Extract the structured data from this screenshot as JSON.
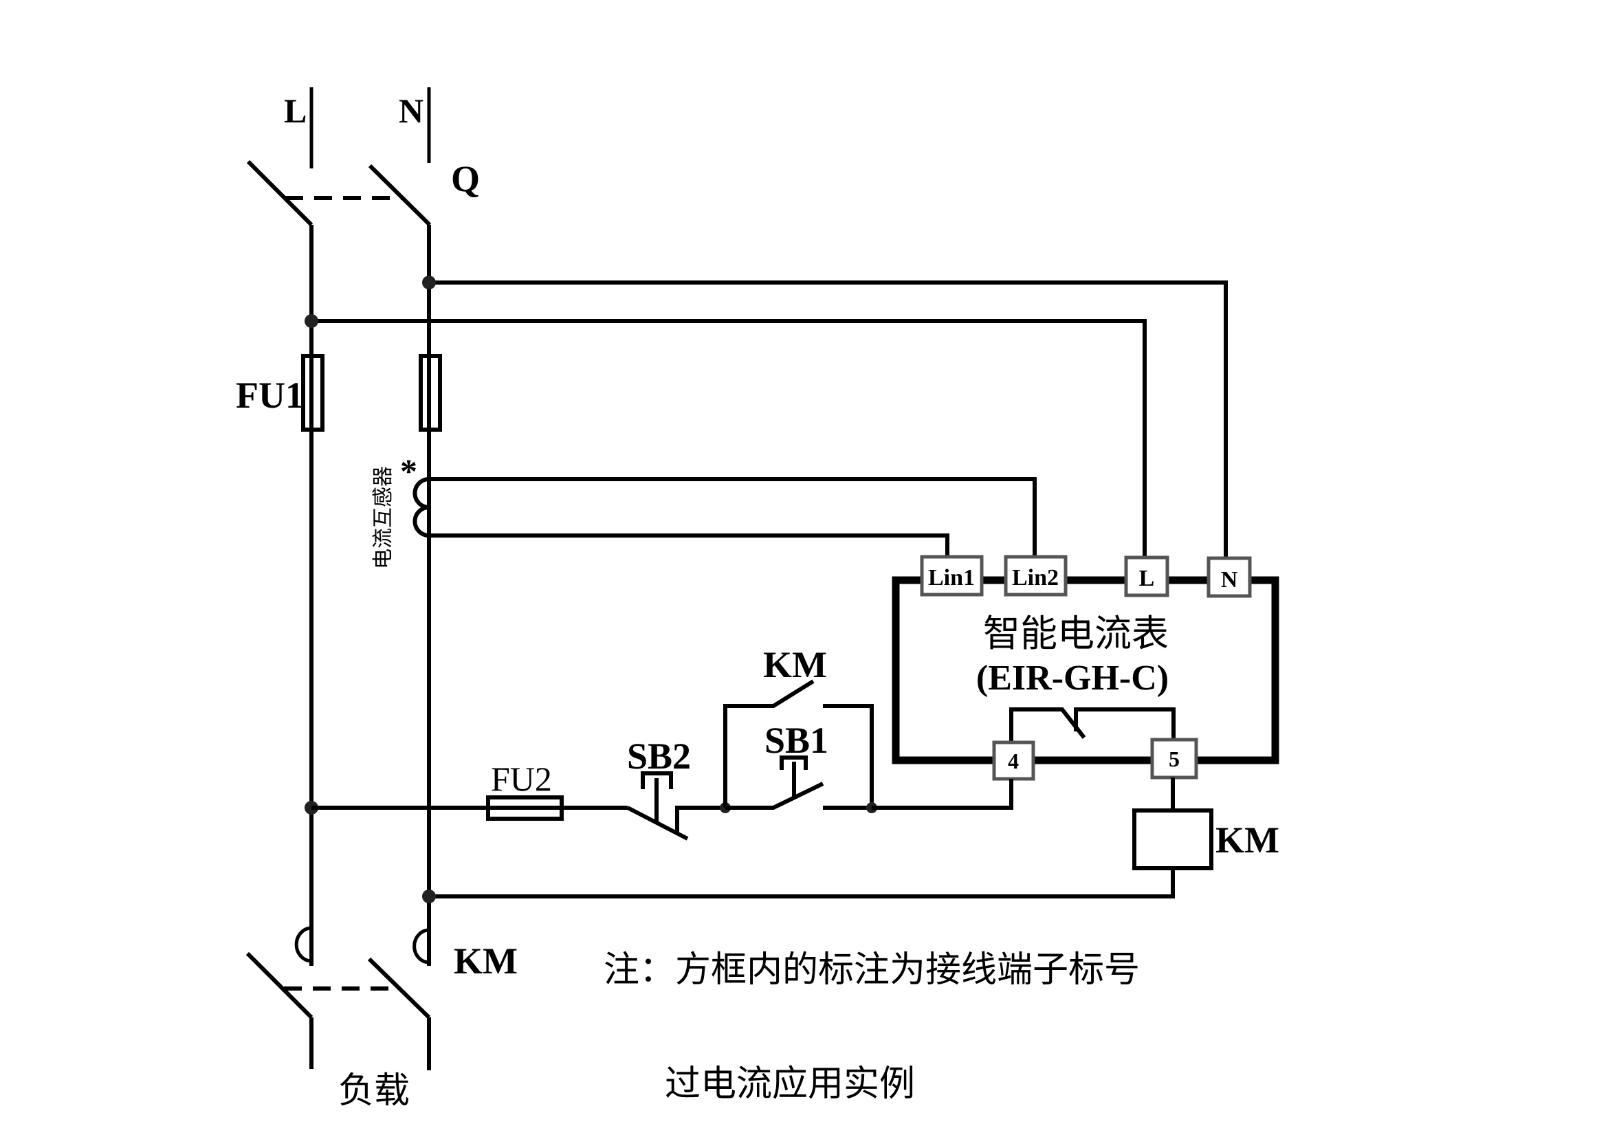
{
  "supply": {
    "line_label": "L",
    "neutral_label": "N",
    "main_switch_label": "Q"
  },
  "fuses": {
    "main_fuse_label": "FU1",
    "control_fuse_label": "FU2"
  },
  "current_transformer": {
    "label": "电流互感器",
    "polarity_mark": "*"
  },
  "meter": {
    "name": "智能电流表",
    "model": "(EIR-GH-C)",
    "terminals": {
      "lin1": "Lin1",
      "lin2": "Lin2",
      "l": "L",
      "n": "N",
      "t4": "4",
      "t5": "5"
    }
  },
  "control": {
    "stop_button_label": "SB2",
    "start_button_label": "SB1",
    "aux_contact_label": "KM",
    "coil_label": "KM"
  },
  "load": {
    "contactor_label": "KM",
    "load_label": "负载"
  },
  "note": "注：方框内的标注为接线端子标号",
  "caption": "过电流应用实例"
}
